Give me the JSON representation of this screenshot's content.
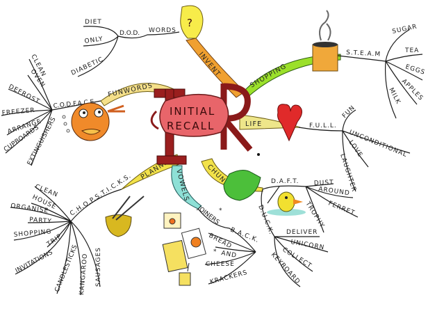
{
  "center": {
    "line1": "INITIAL",
    "line2": "RECALL"
  },
  "branches": {
    "invent": {
      "label": "INVENT",
      "color": "#f0a030"
    },
    "funwords": {
      "label": "FUNWORDS",
      "color": "#f5e08a"
    },
    "shopping": {
      "label": "SHOPPING",
      "color": "#9be02a"
    },
    "life": {
      "label": "LIFE",
      "color": "#eee68a"
    },
    "planning": {
      "label": "PLANNING",
      "color": "#f2e24a"
    },
    "vowels": {
      "label": "VOWELS",
      "color": "#8ee0d6"
    },
    "chunking": {
      "label": "CHUNKING",
      "color": "#f2e24a"
    }
  },
  "dod": {
    "label": "D.O.D.",
    "words": "WORDS",
    "items": [
      "DIET",
      "ONLY",
      "DIABETIC"
    ]
  },
  "codface": {
    "label": "C.O.D.F.A.C.E.",
    "items": [
      "CLEAN",
      "OVEN",
      "DEFROST",
      "FREEZER",
      "ARRANGE",
      "CUPBOARDS",
      "EXTINGUISHERS"
    ]
  },
  "steam": {
    "label": "S.T.E.A.M",
    "items": [
      "SUGAR",
      "TEA",
      "EGGS",
      "APPLES",
      "MILK"
    ]
  },
  "full": {
    "label": "F.U.L.L.",
    "items": [
      "FUN",
      "UNCONDITIONAL",
      "LOVE",
      "LAUGHTER"
    ]
  },
  "chopsticks": {
    "label": "C.H.O.P.S.T.I.C.K.S.",
    "items": [
      "CLEAN",
      "HOUSE",
      "ORGANISE",
      "PARTY",
      "SHOPPING",
      "TRIP",
      "INVITATIONS",
      "CANDLESTICKS",
      "KANGAROO",
      "SAUSAGES"
    ]
  },
  "back": {
    "joiners": "JOINERS",
    "label": "B.A.C.K.",
    "items": [
      "BREAD",
      "AND",
      "CHEESE",
      "KRACKERS"
    ],
    "star": "*"
  },
  "daft": {
    "label": "D.A.F.T.",
    "items": [
      "DUST",
      "AROUND",
      "FERRET",
      "TROPHY"
    ]
  },
  "duck": {
    "label": "D.U.C.K.",
    "items": [
      "DELIVER",
      "UNICORN",
      "COLLECT",
      "KEYBOARD"
    ]
  },
  "bulb": {
    "mark": "?"
  }
}
